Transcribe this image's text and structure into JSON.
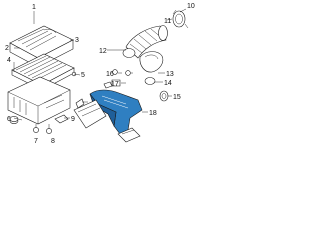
{
  "callouts": [
    {
      "id": "c1",
      "text": "1"
    },
    {
      "id": "c2",
      "text": "2"
    },
    {
      "id": "c3",
      "text": "3"
    },
    {
      "id": "c4",
      "text": "4"
    },
    {
      "id": "c5",
      "text": "5"
    },
    {
      "id": "c6",
      "text": "6"
    },
    {
      "id": "c7",
      "text": "7"
    },
    {
      "id": "c8",
      "text": "8"
    },
    {
      "id": "c9",
      "text": "9"
    },
    {
      "id": "c10",
      "text": "10"
    },
    {
      "id": "c11",
      "text": "11"
    },
    {
      "id": "c12",
      "text": "12"
    },
    {
      "id": "c13",
      "text": "13"
    },
    {
      "id": "c14",
      "text": "14"
    },
    {
      "id": "c15",
      "text": "15"
    },
    {
      "id": "c16",
      "text": "16"
    },
    {
      "id": "c17",
      "text": "17"
    },
    {
      "id": "c18",
      "text": "18"
    }
  ],
  "colors": {
    "line": "#1a1a1a",
    "highlight_fill": "#2f7fc1",
    "highlight_dark": "#1f5f99",
    "background": "#ffffff"
  }
}
